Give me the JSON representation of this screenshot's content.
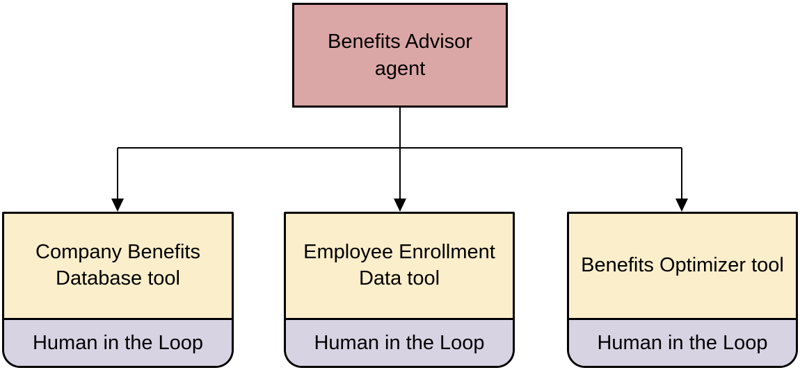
{
  "diagram": {
    "agent": {
      "label": "Benefits Advisor agent"
    },
    "tools": [
      {
        "label": "Company Benefits Database tool",
        "hil_label": "Human in the Loop"
      },
      {
        "label": "Employee Enrollment Data tool",
        "hil_label": "Human in the Loop"
      },
      {
        "label": "Benefits Optimizer tool",
        "hil_label": "Human in the Loop"
      }
    ],
    "colors": {
      "agent_fill": "#dba7a6",
      "tool_fill": "#fbeeca",
      "hil_fill": "#d8d3e3",
      "line": "#000000"
    }
  }
}
